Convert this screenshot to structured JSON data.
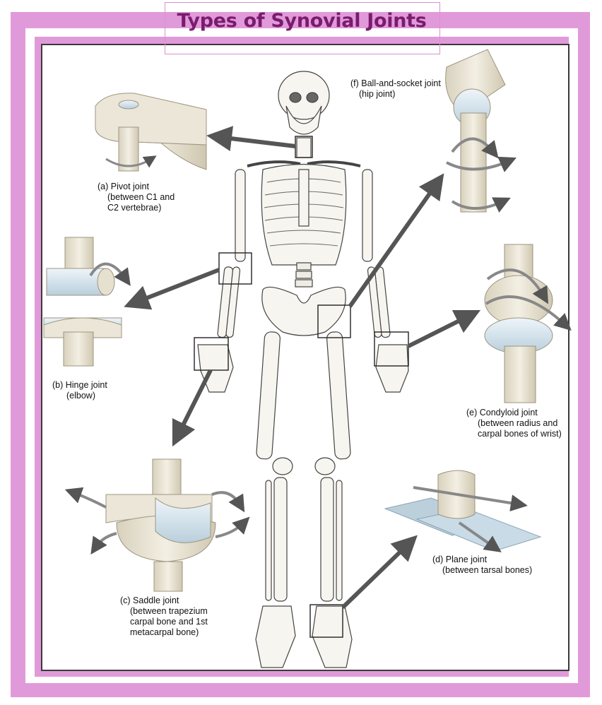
{
  "title": "Types of Synovial Joints",
  "colors": {
    "frame": "#e19ad9",
    "title": "#7a1c6e",
    "bone": "#e8e3d3",
    "cartilage": "#cfe0ea",
    "arrow": "#555555"
  },
  "labels": {
    "pivot": [
      "(a) Pivot joint",
      "(between C1 and",
      "C2 vertebrae)"
    ],
    "hinge": [
      "(b) Hinge joint",
      "(elbow)"
    ],
    "saddle": [
      "(c) Saddle joint",
      "(between trapezium",
      "carpal bone and 1st",
      "metacarpal bone)"
    ],
    "plane": [
      "(d) Plane joint",
      "(between tarsal bones)"
    ],
    "condyloid": [
      "(e) Condyloid joint",
      "(between radius and",
      "carpal bones of wrist)"
    ],
    "ball": [
      "(f) Ball-and-socket joint",
      "(hip joint)"
    ]
  }
}
